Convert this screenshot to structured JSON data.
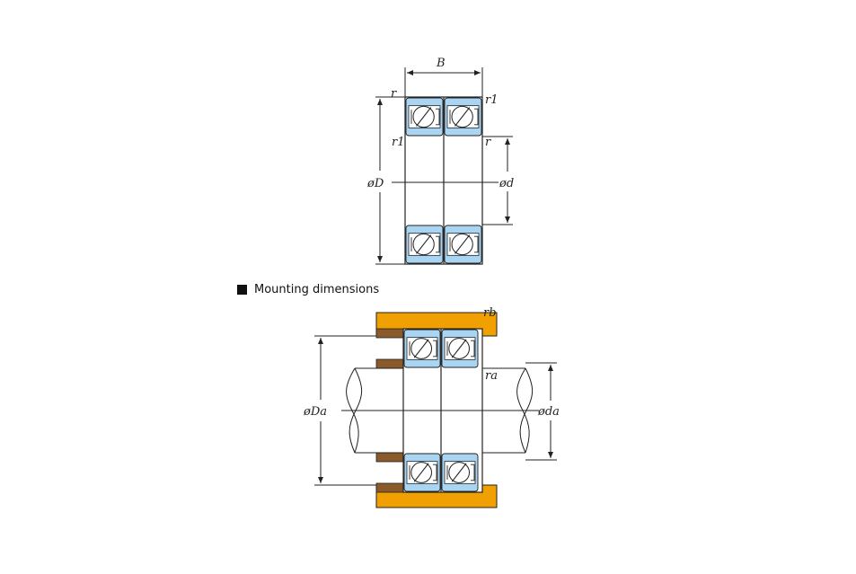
{
  "bearing_view": {
    "labels": {
      "width": "B",
      "r_top_left": "r",
      "r1_top_right": "r1",
      "r1_inner_left": "r1",
      "r_inner_right": "r",
      "outer_diameter": "øD",
      "bore_diameter": "ød"
    }
  },
  "mounting": {
    "title": "Mounting dimensions",
    "labels": {
      "rb": "rb",
      "ra": "ra",
      "housing_diameter": "øDa",
      "shaft_diameter": "øda"
    }
  },
  "colors": {
    "ring_blue": "#a9d4f2",
    "housing_orange": "#f0a000",
    "spacer_brown": "#8a5a2b",
    "line": "#222222"
  }
}
